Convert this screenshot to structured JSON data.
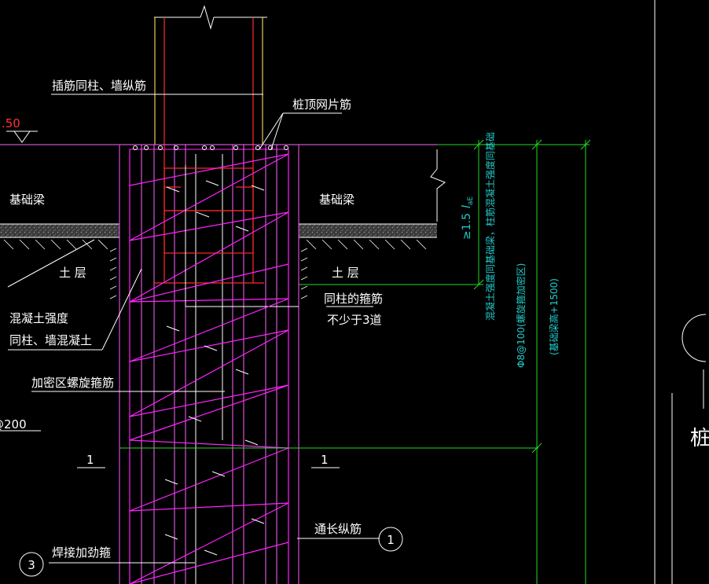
{
  "colors": {
    "background": "#000000",
    "outline": "#ffffff",
    "spiral": "#ff22ff",
    "stirrup": "#ff2a2a",
    "dimension": "#22dd22",
    "dim_text": "#22cccc",
    "column": "#e8c860",
    "ground": "#8a8a8a"
  },
  "labels": {
    "dowel_bars": "插筋同柱、墙纵筋",
    "pile_top_mesh": "桩顶网片筋",
    "elevation_partial": ".50",
    "foundation_beam_left": "基础梁",
    "foundation_beam_right": "基础梁",
    "soil_left": "土  层",
    "soil_right": "土  层",
    "concrete_line1": "混凝土强度",
    "concrete_line2": "同柱、墙混凝土",
    "stirrups_line1": "同柱的箍筋",
    "stirrups_line2": "不少于3道",
    "dense_spiral": "加密区螺旋箍筋",
    "partial_200": "@200",
    "section_left": "1",
    "section_right": "1",
    "through_bars": "通长纵筋",
    "callout_1": "1",
    "welded_ring": "焊接加劲箍",
    "callout_3": "3",
    "right_partial": "桩"
  },
  "dimensions": {
    "anchorage_prefix": "≥1.5",
    "anchorage_symbol": "l",
    "anchorage_sub": "aE",
    "vertical_text_1": "混凝土强度同基础梁，柱筋混凝土强度同基础",
    "vertical_text_2": "Φ8@100(螺旋箍加密区)",
    "vertical_text_3": "(基础梁高+1500)"
  }
}
